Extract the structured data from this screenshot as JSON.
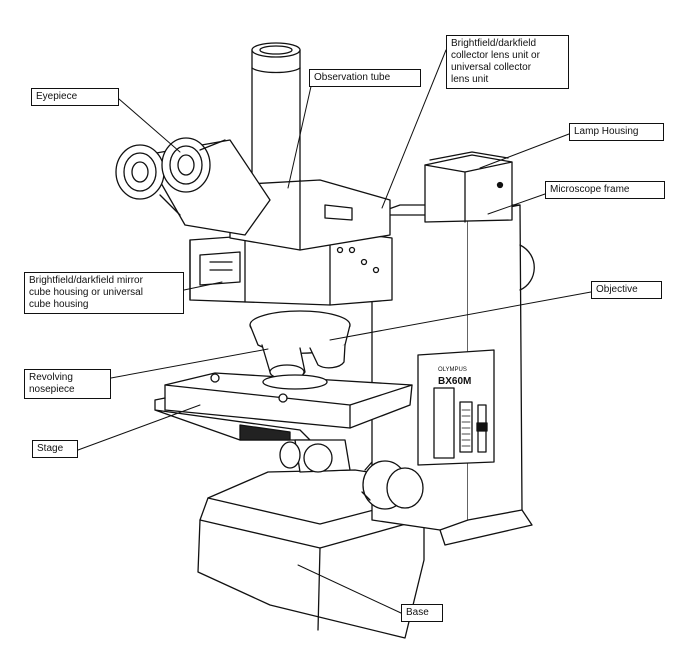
{
  "labels": {
    "eyepiece": "Eyepiece",
    "observation_tube": "Observation tube",
    "collector_lens": "Brightfield/darkfield\ncollector lens unit or\nuniversal collector\nlens unit",
    "lamp_housing": "Lamp Housing",
    "microscope_frame": "Microscope frame",
    "mirror_cube": "Brightfield/darkfield mirror\ncube housing or universal\ncube housing",
    "objective": "Objective",
    "revolving_nosepiece": "Revolving\nnosepiece",
    "stage": "Stage",
    "base": "Base"
  },
  "device": {
    "brand": "OLYMPUS",
    "model": "BX60M"
  }
}
